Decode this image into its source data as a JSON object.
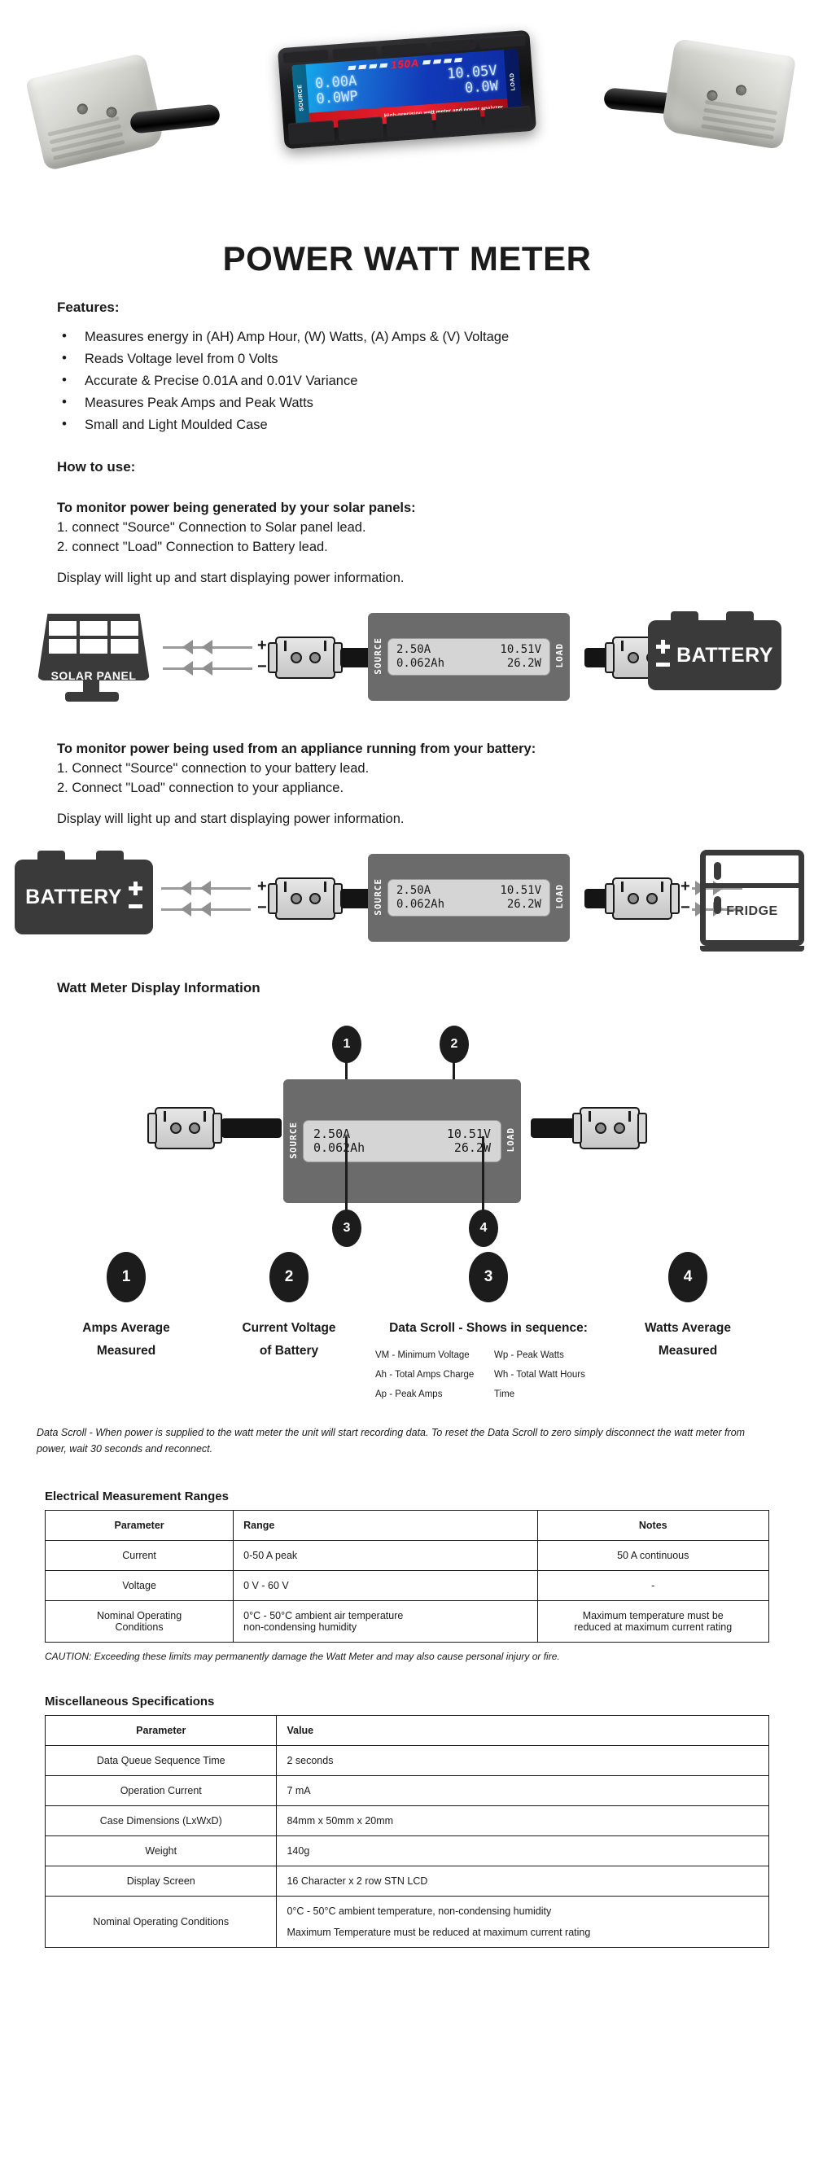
{
  "hero": {
    "lcd_brand": "150A",
    "source_label": "SOURCE",
    "load_label": "LOAD",
    "amps": "0.00A",
    "volts": "10.05V",
    "peak_watts": "0.0WP",
    "watts": "0.0W",
    "tagline": "High-precision watt meter and power analyzer"
  },
  "title": "POWER WATT METER",
  "features": {
    "heading": "Features:",
    "items": [
      "Measures energy in (AH) Amp Hour, (W) Watts, (A) Amps & (V) Voltage",
      "Reads Voltage level from 0 Volts",
      "Accurate & Precise 0.01A and 0.01V Variance",
      "Measures Peak Amps and Peak Watts",
      "Small and Light Moulded Case"
    ]
  },
  "how_to_use": {
    "heading": "How to use:",
    "section1": {
      "heading": "To monitor power being generated by your solar panels:",
      "step1": "1. connect \"Source\" Connection to Solar panel lead.",
      "step2": "2. connect \"Load\" Connection to Battery lead.",
      "note": "Display will light up and start displaying power information."
    },
    "section2": {
      "heading": "To monitor power being used from an appliance running from your battery:",
      "step1": "1. Connect \"Source\" connection to your battery lead.",
      "step2": "2. Connect \"Load\" connection to your appliance.",
      "note": "Display will light up and start displaying power information."
    }
  },
  "diagram_meter": {
    "source_label": "SOURCE",
    "load_label": "LOAD",
    "amps": "2.50A",
    "volts": "10.51V",
    "amp_hours": "0.062Ah",
    "watts": "26.2W"
  },
  "diagram1": {
    "left_device": "SOLAR PANEL",
    "right_device": "BATTERY",
    "plus": "+",
    "minus": "−"
  },
  "diagram2": {
    "left_device": "BATTERY",
    "right_device": "FRIDGE",
    "plus": "+",
    "minus": "−"
  },
  "display_info": {
    "heading": "Watt Meter Display Information",
    "callouts": [
      "1",
      "2",
      "3",
      "4"
    ]
  },
  "legend": [
    {
      "num": "1",
      "line1": "Amps Average",
      "line2": "Measured"
    },
    {
      "num": "2",
      "line1": "Current Voltage",
      "line2": "of Battery"
    },
    {
      "num": "3",
      "line1": "Data Scroll - Shows in sequence:",
      "line2": "",
      "scroll_items": [
        "VM - Minimum Voltage",
        "Wp - Peak Watts",
        "Ah - Total Amps Charge",
        "Wh - Total Watt Hours",
        "Ap - Peak Amps",
        "Time"
      ]
    },
    {
      "num": "4",
      "line1": "Watts Average",
      "line2": "Measured"
    }
  ],
  "data_scroll_note": "Data Scroll - When power is supplied to the watt meter the unit will start recording data. To reset the Data Scroll to zero simply disconnect the watt meter from power, wait 30 seconds and reconnect.",
  "table_electrical": {
    "title": "Electrical Measurement Ranges",
    "headers": [
      "Parameter",
      "Range",
      "Notes"
    ],
    "rows": [
      {
        "parameter": "Current",
        "range": "0-50 A peak",
        "notes": "50 A continuous"
      },
      {
        "parameter": "Voltage",
        "range": "0 V - 60 V",
        "notes": "-"
      },
      {
        "parameter_l1": "Nominal Operating",
        "parameter_l2": "Conditions",
        "range_l1": "0°C - 50°C ambient air temperature",
        "range_l2": "non-condensing humidity",
        "notes_l1": "Maximum temperature must be",
        "notes_l2": "reduced at maximum current rating"
      }
    ],
    "caution": "CAUTION: Exceeding these limits may permanently damage the Watt Meter and may also cause personal injury or fire."
  },
  "table_misc": {
    "title": "Miscellaneous Specifications",
    "headers": [
      "Parameter",
      "Value"
    ],
    "rows": [
      {
        "parameter": "Data Queue Sequence Time",
        "value": "2 seconds"
      },
      {
        "parameter": "Operation Current",
        "value": "7 mA"
      },
      {
        "parameter": "Case Dimensions (LxWxD)",
        "value": "84mm x 50mm x 20mm"
      },
      {
        "parameter": "Weight",
        "value": "140g"
      },
      {
        "parameter": "Display Screen",
        "value": "16 Character x 2 row STN LCD"
      },
      {
        "parameter": "Nominal Operating Conditions",
        "value_l1": "0°C - 50°C ambient temperature, non-condensing humidity",
        "value_l2": "Maximum Temperature must be reduced at maximum current rating"
      }
    ]
  },
  "colors": {
    "device_gray": "#6b6b6b",
    "icon_dark": "#3a3a3a",
    "accent_red": "#ef2230",
    "lcd_blue": "#1139b7"
  }
}
